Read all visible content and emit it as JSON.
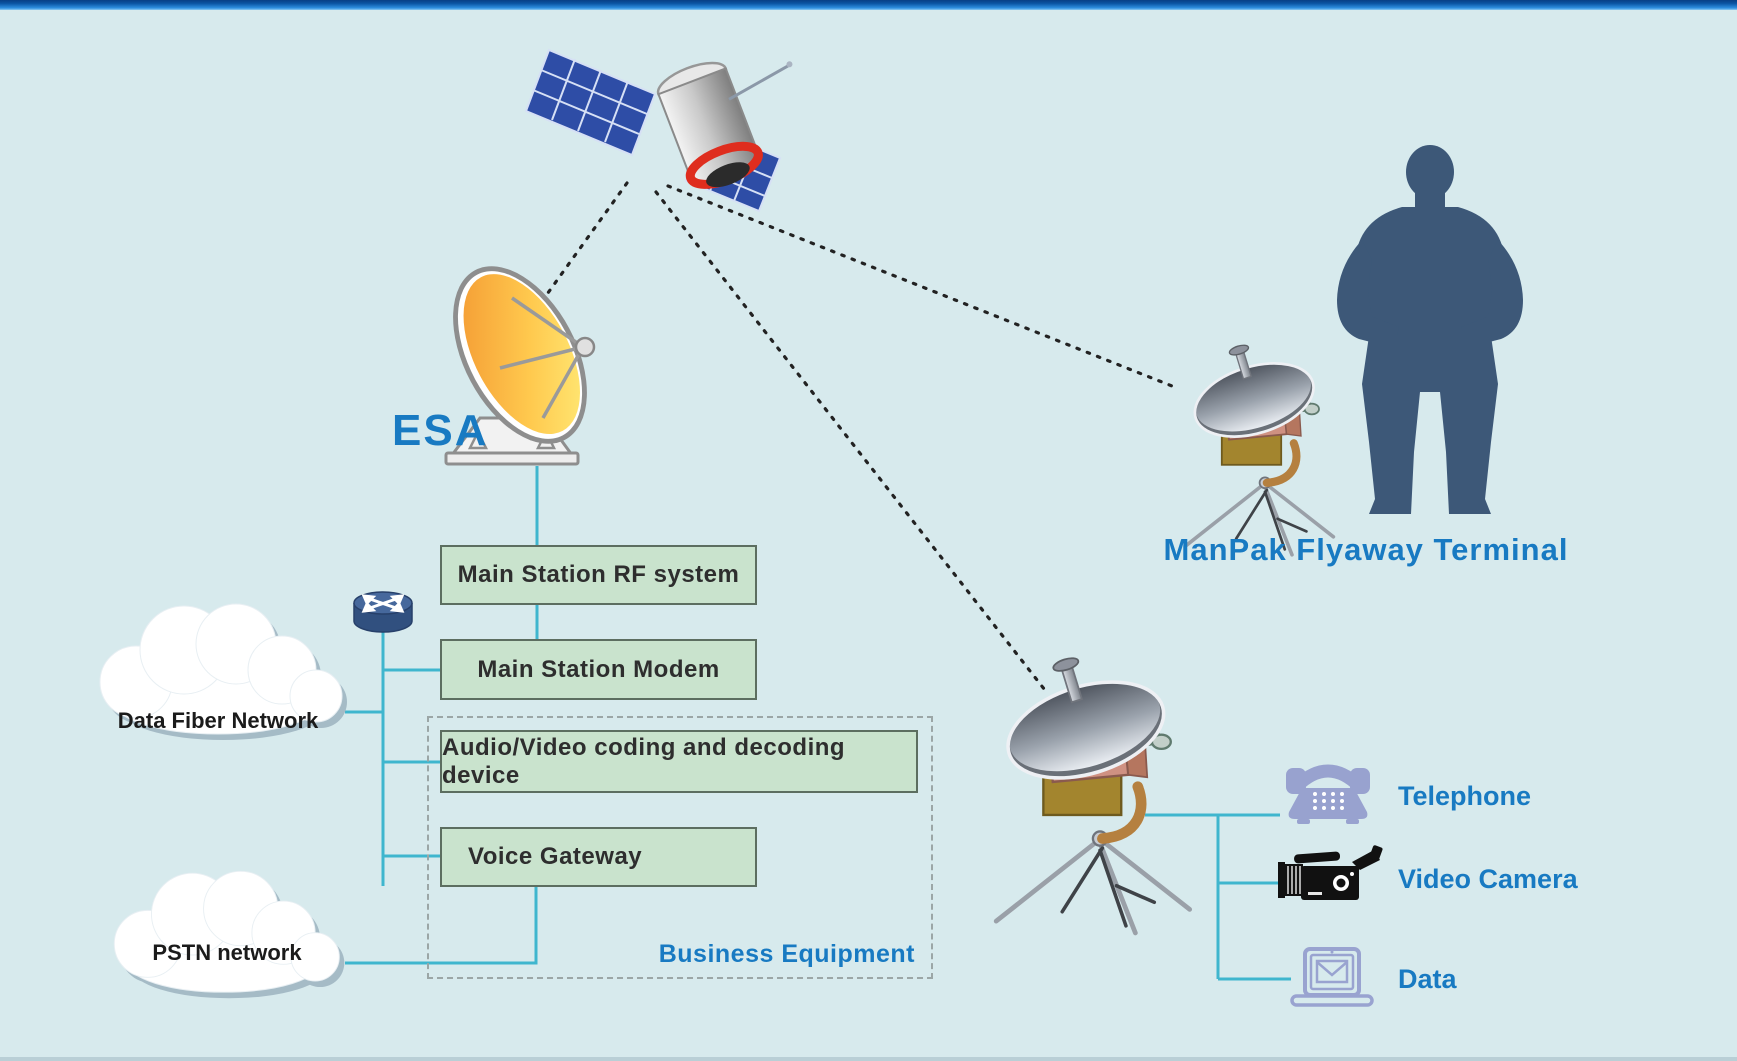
{
  "colors": {
    "background": "#d7eaed",
    "top_bar_dark": "#0b55a4",
    "top_bar_light": "#2f8fe0",
    "box_fill": "#c9e3cd",
    "box_border": "#5c6e60",
    "connector_cyan": "#3fb6ce",
    "label_blue": "#187ac2",
    "dashed_border": "#9ba6a6",
    "cloud_shadow": "#9db3c0",
    "periwinkle_icon": "#98a2cf",
    "person_silhouette": "#3d5878",
    "dotted_line": "#222222",
    "dish_orange": "#f2932f",
    "dish_yellow": "#ffee7a"
  },
  "labels": {
    "esa": "ESA",
    "manpak_terminal": "ManPak Flyaway Terminal",
    "business_equipment": "Business Equipment"
  },
  "main_station": {
    "boxes": [
      {
        "label": "Main Station RF system"
      },
      {
        "label": "Main Station Modem"
      },
      {
        "label": "Audio/Video coding and decoding device"
      },
      {
        "label": "Voice Gateway"
      }
    ]
  },
  "networks": {
    "data_fiber": {
      "label": "Data Fiber Network"
    },
    "pstn": {
      "label": "PSTN network"
    }
  },
  "terminal_endpoints": [
    {
      "label": "Telephone",
      "icon": "telephone-icon"
    },
    {
      "label": "Video Camera",
      "icon": "video-camera-icon"
    },
    {
      "label": "Data",
      "icon": "laptop-mail-icon"
    }
  ],
  "icons": [
    "satellite-icon",
    "esa-dish-icon",
    "router-icon",
    "cloud-icon",
    "flyaway-terminal-icon",
    "person-silhouette-icon",
    "telephone-icon",
    "video-camera-icon",
    "laptop-mail-icon"
  ]
}
